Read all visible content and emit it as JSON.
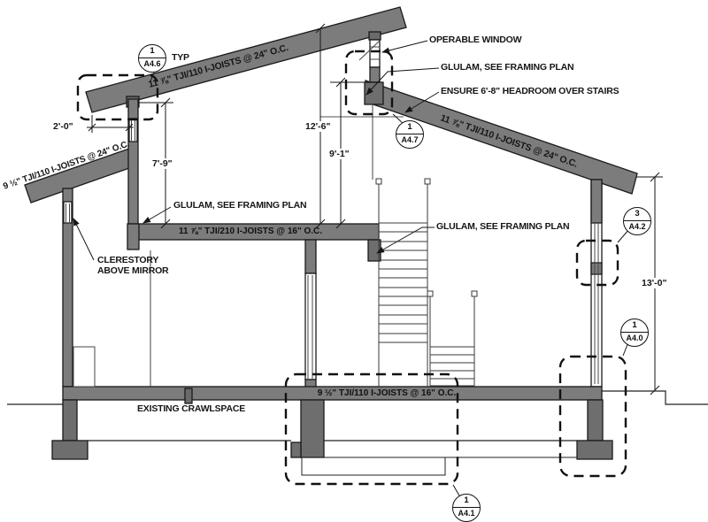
{
  "section_drawing": {
    "colors": {
      "structure_gray": "#7c7c7c",
      "block_gray": "#6a6a6a",
      "line_black": "#1a1a1a",
      "background": "#ffffff"
    },
    "roof_labels": {
      "upper": "11 ⅞\" TJI/110 I-JOISTS @ 24\" O.C.",
      "right": "11 ⅞\" TJI/110 I-JOISTS @ 24\" O.C.",
      "left": "9 ½\"  TJI/110 I-JOISTS @ 24\" O.C."
    },
    "floor_labels": {
      "second": "11 ⅞\" TJI/210 I-JOISTS @ 16\" O.C.",
      "ground": "9 ½\" TJI/110 I-JOISTS @ 16\" O.C."
    },
    "annotations": {
      "operable_window": "OPERABLE WINDOW",
      "glulam_top": "GLULAM, SEE FRAMING PLAN",
      "headroom": "ENSURE 6'-8\" HEADROOM OVER STAIRS",
      "glulam_left": "GLULAM, SEE FRAMING PLAN",
      "glulam_mid": "GLULAM, SEE FRAMING PLAN",
      "clerestory_line1": "CLERESTORY",
      "clerestory_line2": "ABOVE MIRROR",
      "crawlspace": "EXISTING CRAWLSPACE"
    },
    "dimensions": {
      "overhang": "2'-0\"",
      "left_wall": "7'-9\"",
      "ridge": "12'-6\"",
      "clerestory": "9'-1\"",
      "right_wall": "13'-0\""
    },
    "callouts": {
      "a46": {
        "number": "1",
        "sheet": "A4.6",
        "suffix": "TYP"
      },
      "a47": {
        "number": "1",
        "sheet": "A4.7"
      },
      "a42": {
        "number": "3",
        "sheet": "A4.2"
      },
      "a40": {
        "number": "1",
        "sheet": "A4.0"
      },
      "a41": {
        "number": "1",
        "sheet": "A4.1"
      }
    }
  }
}
